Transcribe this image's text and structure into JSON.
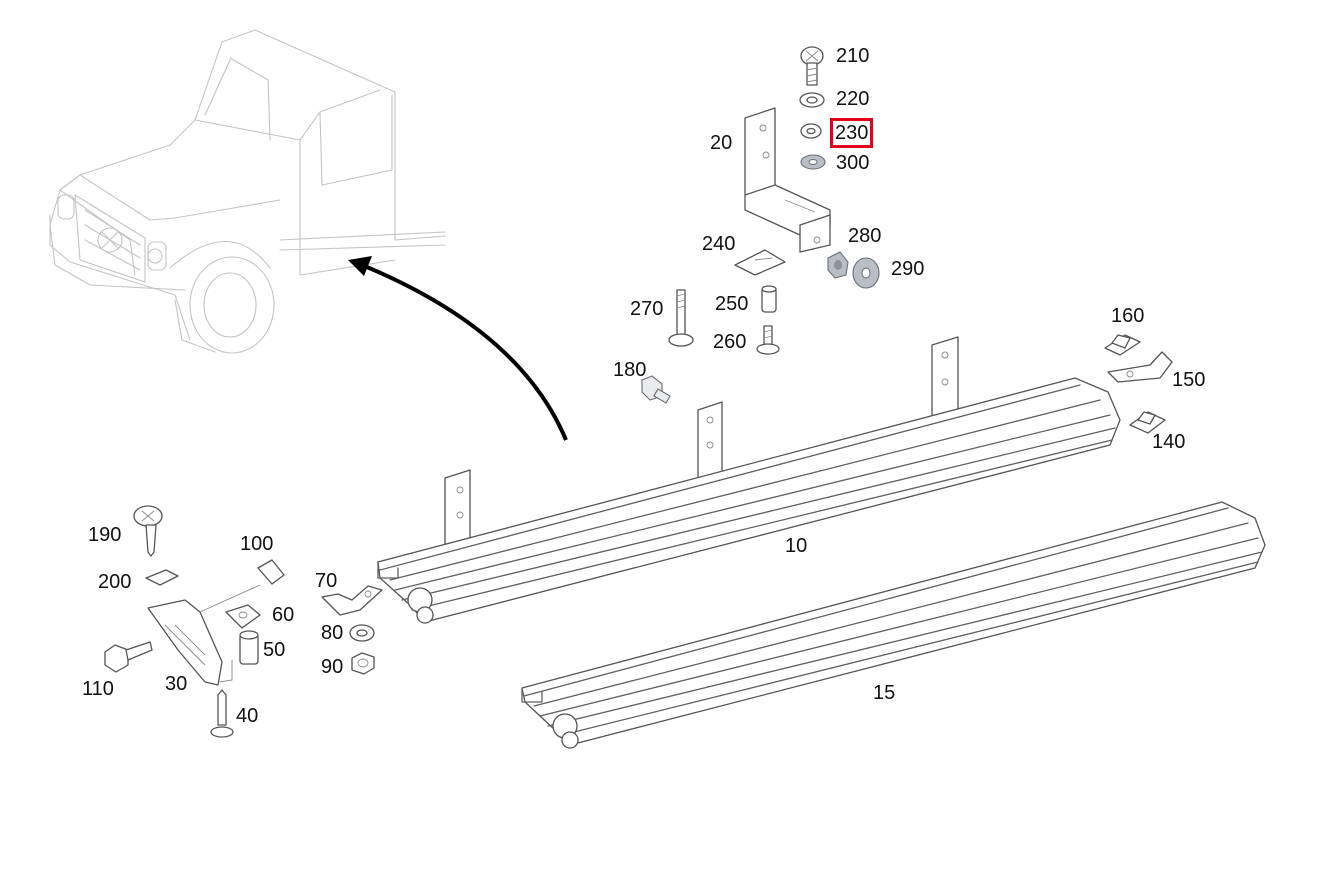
{
  "colors": {
    "highlight": "#e3001b",
    "part_grey": "#b9bec6",
    "ink": "#111111"
  },
  "selected_part": "230",
  "callouts": {
    "p210": "210",
    "p220": "220",
    "p230": "230",
    "p300": "300",
    "p20": "20",
    "p240": "240",
    "p280": "280",
    "p290": "290",
    "p270": "270",
    "p250": "250",
    "p260": "260",
    "p180": "180",
    "p160": "160",
    "p150": "150",
    "p140": "140",
    "p10": "10",
    "p15": "15",
    "p190": "190",
    "p100": "100",
    "p200": "200",
    "p70": "70",
    "p60": "60",
    "p80": "80",
    "p50": "50",
    "p90": "90",
    "p110": "110",
    "p30": "30",
    "p40": "40"
  }
}
